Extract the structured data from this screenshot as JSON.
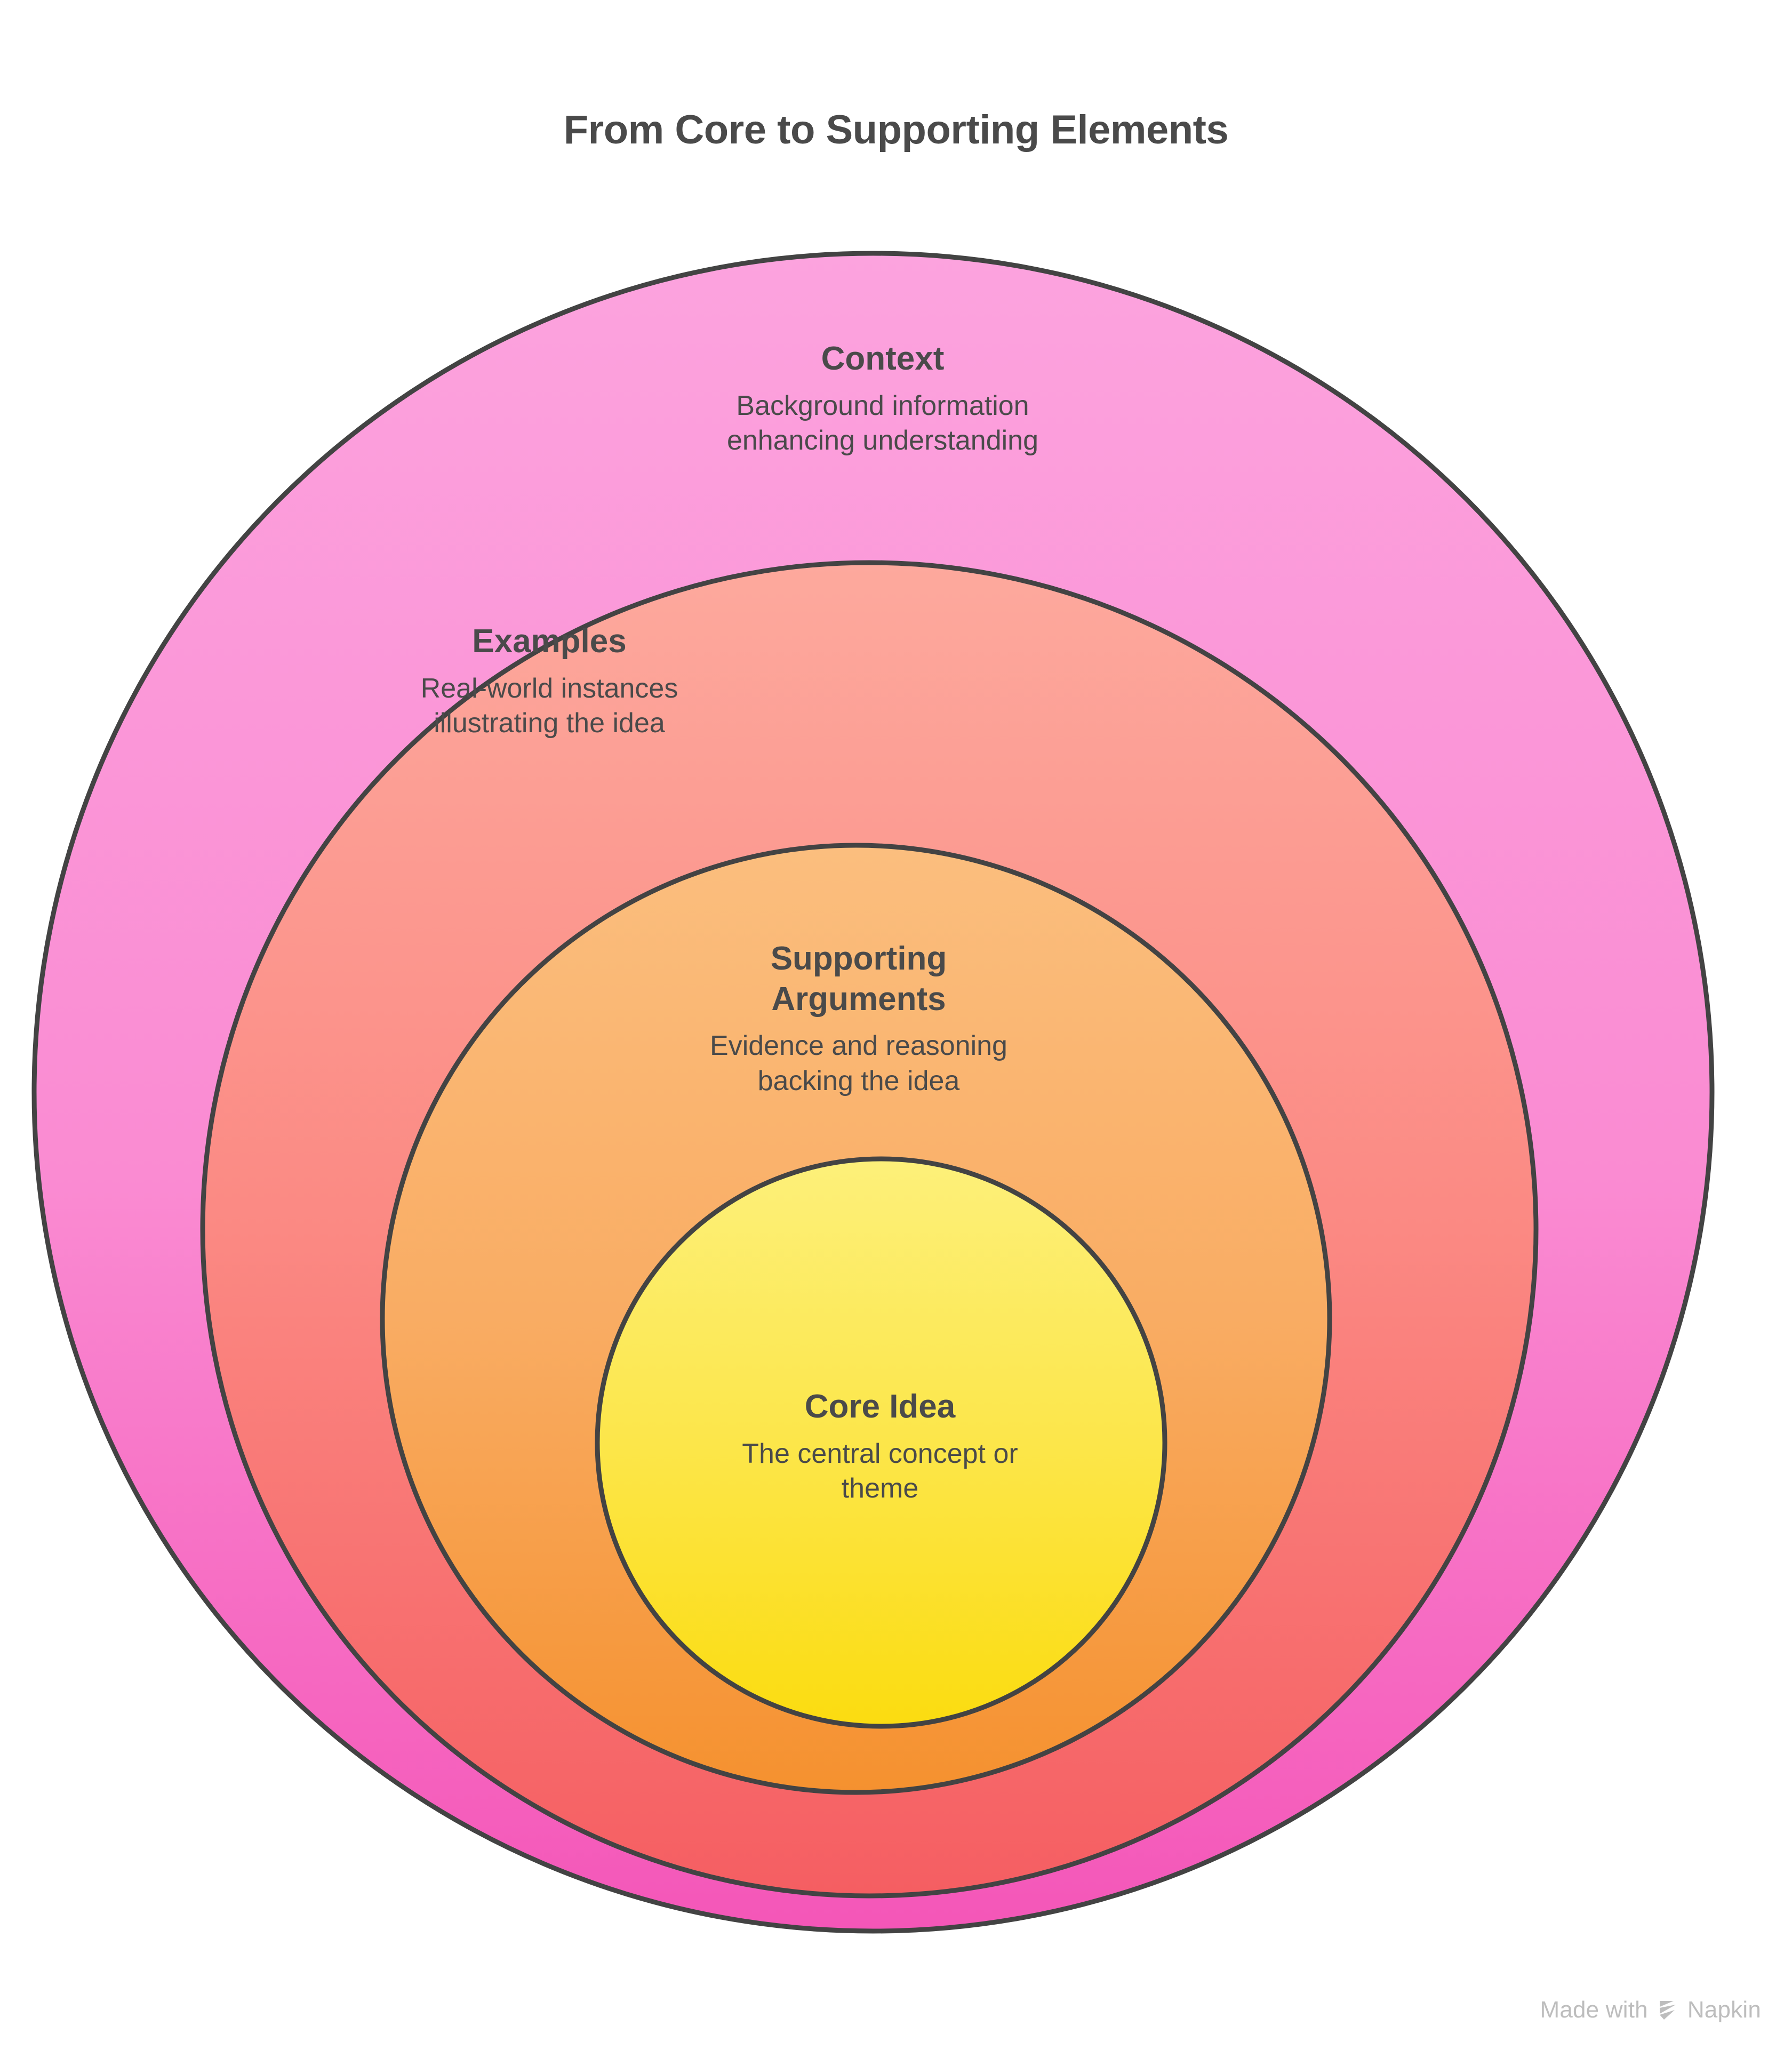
{
  "title": "From Core to Supporting Elements",
  "diagram": {
    "type": "concentric-circles",
    "stroke_color": "#434343",
    "text_color": "#4a4a4a",
    "background": "#ffffff",
    "rings": [
      {
        "id": "context",
        "title": "Context",
        "description": "Background information\nenhancing understanding",
        "desc_line1": "Background information",
        "desc_line2": "enhancing understanding",
        "gradient_from": "#FCA1DC",
        "gradient_to": "#F martinique"
      },
      {
        "id": "examples",
        "title": "Examples",
        "description": "Real-world instances\nillustrating the idea",
        "desc_line1": "Real-world instances",
        "desc_line2": "illustrating the idea",
        "gradient_from": "#FCA79C",
        "gradient_to": "#F7605F"
      },
      {
        "id": "supporting-arguments",
        "title_line1": "Supporting",
        "title_line2": "Arguments",
        "title": "Supporting Arguments",
        "description": "Evidence and reasoning\nbacking the idea",
        "desc_line1": "Evidence and reasoning",
        "desc_line2": "backing the idea",
        "gradient_from": "#FBBB78",
        "gradient_to": "#F59233"
      },
      {
        "id": "core-idea",
        "title": "Core Idea",
        "description": "The central concept or\ntheme",
        "desc_line1": "The central concept or",
        "desc_line2": "theme",
        "gradient_from": "#FDEE63",
        "gradient_to": "#FBDC13"
      }
    ]
  },
  "watermark": {
    "prefix": "Made with",
    "brand": "Napkin",
    "logo": "napkin-logo-icon",
    "color": "#bdbdbd"
  }
}
